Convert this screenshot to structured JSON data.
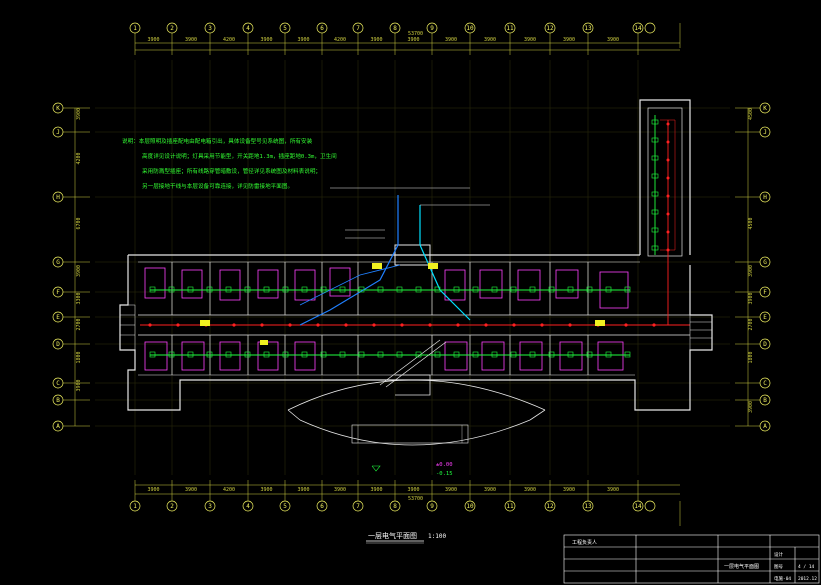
{
  "drawing": {
    "title": "一层电气平面图",
    "scale": "1:100",
    "total_dimension": "53700"
  },
  "axes": {
    "columns": [
      "1",
      "2",
      "3",
      "4",
      "5",
      "6",
      "7",
      "8",
      "9",
      "10",
      "11",
      "12",
      "13",
      "14"
    ],
    "rows": [
      "K",
      "J",
      "H",
      "G",
      "F",
      "E",
      "D",
      "C",
      "B",
      "A"
    ]
  },
  "dimensions": {
    "top": [
      "3900",
      "3900",
      "4200",
      "3900",
      "3900",
      "4200",
      "3900",
      "3900",
      "3900",
      "3900",
      "3900",
      "3900",
      "3900",
      "3900"
    ],
    "bottom": [
      "3900",
      "3900",
      "4200",
      "3900",
      "3900",
      "3900",
      "3900",
      "3900",
      "3900",
      "3900",
      "3900",
      "3900",
      "3900",
      "3900"
    ],
    "left": [
      "3900",
      "4200",
      "6700",
      "3900",
      "3300",
      "2700",
      "1800",
      "3900"
    ],
    "right": [
      "4500",
      "4500",
      "3900",
      "3900",
      "2700",
      "1800",
      "3900"
    ]
  },
  "notes": {
    "lines": [
      "说明：本层照明及插座配电由配电箱引出，具体设备型号见系统图，所有安装",
      "高度详见设计说明；灯具采用节能型，开关距地1.3m，插座距地0.3m，卫生间",
      "采用防溅型插座；所有线路穿管暗敷设，管径详见系统图及材料表说明；",
      "另一层接地干线与本层设备可靠连接，详见防雷接地平面图。"
    ]
  },
  "elevation": {
    "value": "±0.00",
    "label": "-0.15"
  },
  "title_block": {
    "cells": [
      "工程负责人",
      "一层电气平面图",
      "设计",
      "图号",
      "4 / 14",
      "电施-04",
      "2012.12"
    ]
  },
  "colors": {
    "wall": "#e6e6e6",
    "axis": "#f0f060",
    "wire_red": "#ff2020",
    "wire_green": "#20ff40",
    "wire_magenta": "#ff40ff",
    "wire_blue": "#2080ff",
    "wire_cyan": "#00e0ff"
  },
  "icons": [
    "grid-bubble-icon",
    "stair-icon",
    "entrance-arc-icon",
    "panel-box-icon"
  ]
}
